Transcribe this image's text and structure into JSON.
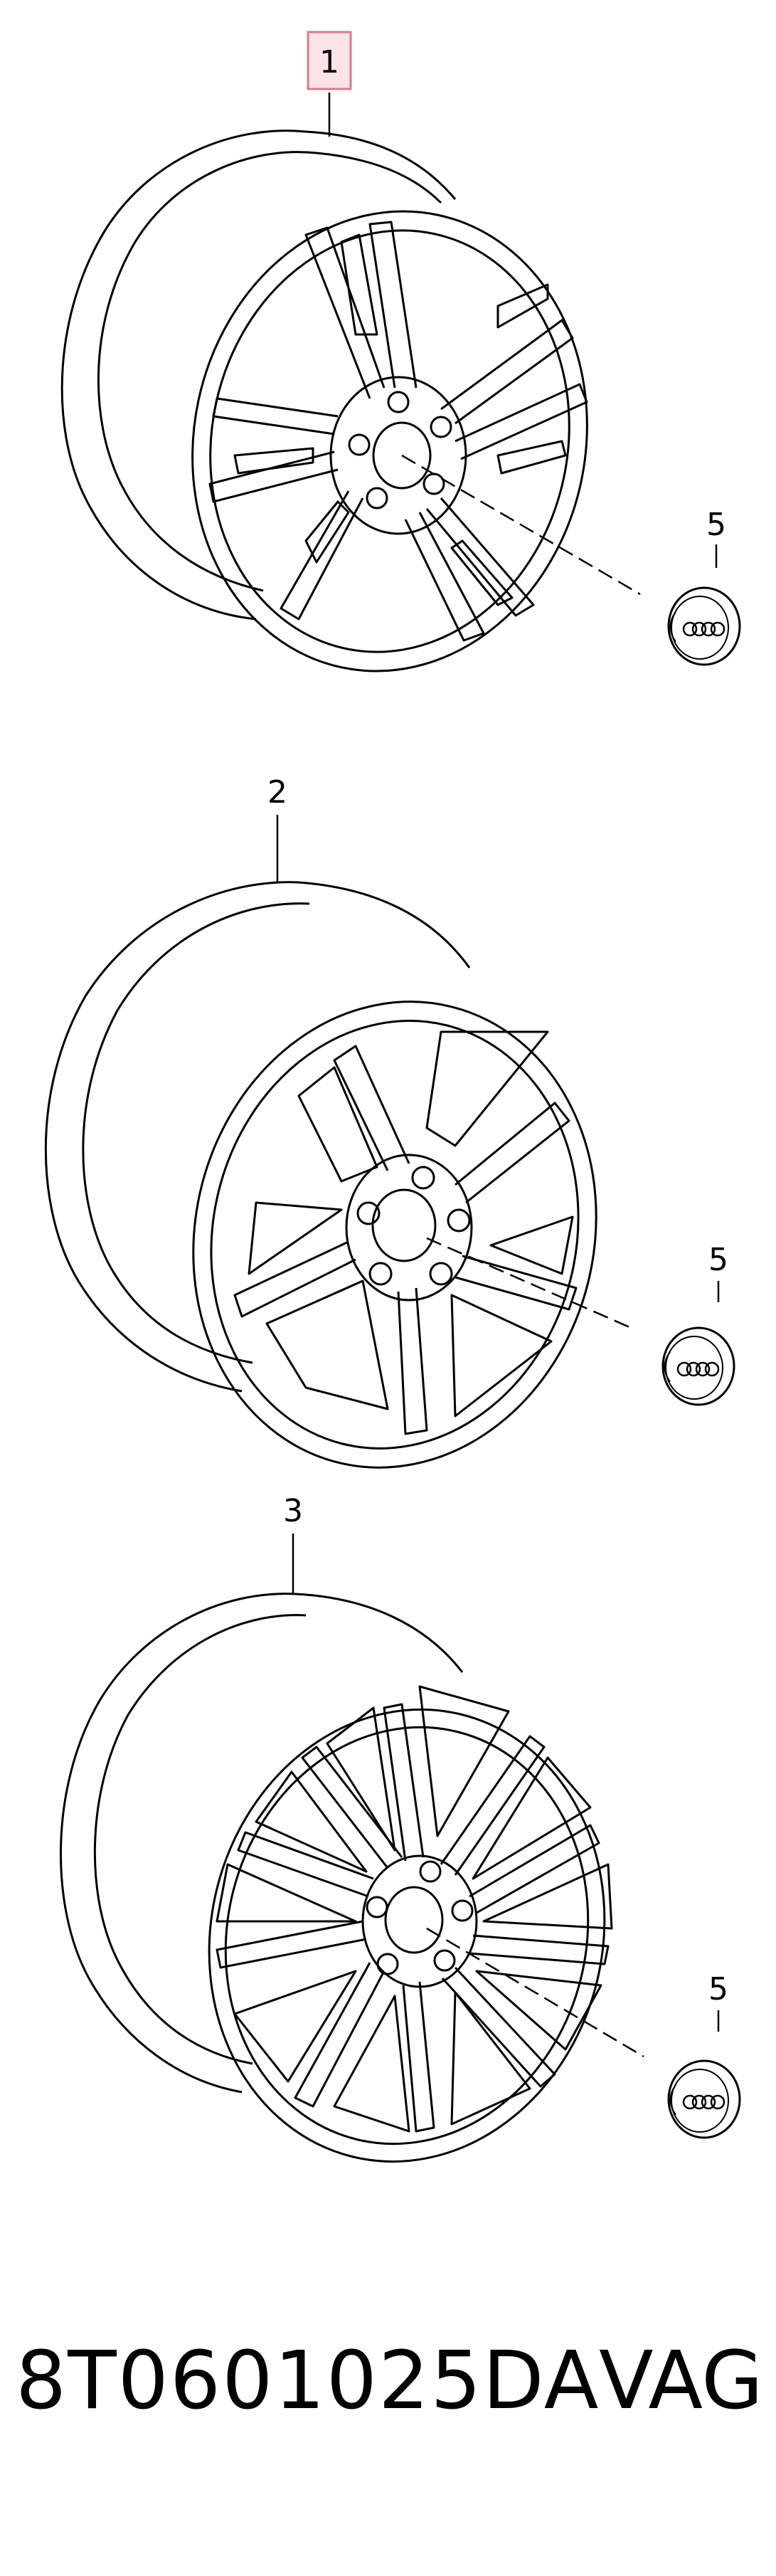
{
  "callouts": {
    "wheel_1": "1",
    "wheel_2": "2",
    "wheel_3": "3",
    "cap_1": "5",
    "cap_2": "5",
    "cap_3": "5"
  },
  "footer": {
    "part_number": "8T0601025DA",
    "brand": "VAG"
  },
  "colors": {
    "line": "#000000",
    "callout_highlight_fill": "#fbe3e6",
    "callout_highlight_border": "#d87b87"
  }
}
